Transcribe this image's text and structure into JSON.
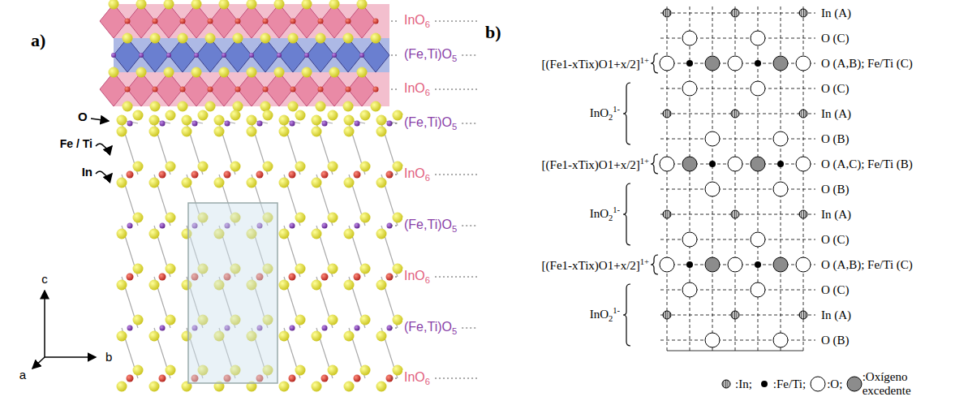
{
  "diagram": {
    "labels": [
      "a)",
      "b)",
      "InO6",
      "(Fe,Ti)O5",
      "InO6",
      "(Fe,Ti)O5",
      "InO6",
      "(Fe,Ti)O5",
      "InO6",
      "(Fe,Ti)O5",
      "InO6",
      "O",
      "Fe / Ti",
      "In",
      "c",
      "a",
      "b",
      "In (A)",
      "O (C)",
      "O (A,B); Fe/Ti (C)",
      "O (C)",
      "In (A)",
      "O (B)",
      "O (A,C); Fe/Ti (B)",
      "O (B)",
      "In (A)",
      "O (C)",
      "O (A,B); Fe/Ti (C)",
      "O (C)",
      "In (A)",
      "O (B)",
      "[(Fe1-xTix)O1+x/2]1+",
      "InO21-",
      "[(Fe1-xTix)O1+x/2]1+",
      "InO21-",
      "[(Fe1-xTix)O1+x/2]1+",
      "InO21-"
    ],
    "legend": [
      {
        "text": ":In;"
      },
      {
        "text": ":Fe/Ti;"
      },
      {
        "text": ":O;"
      },
      {
        "text": ":Oxígeno excedente"
      }
    ]
  }
}
